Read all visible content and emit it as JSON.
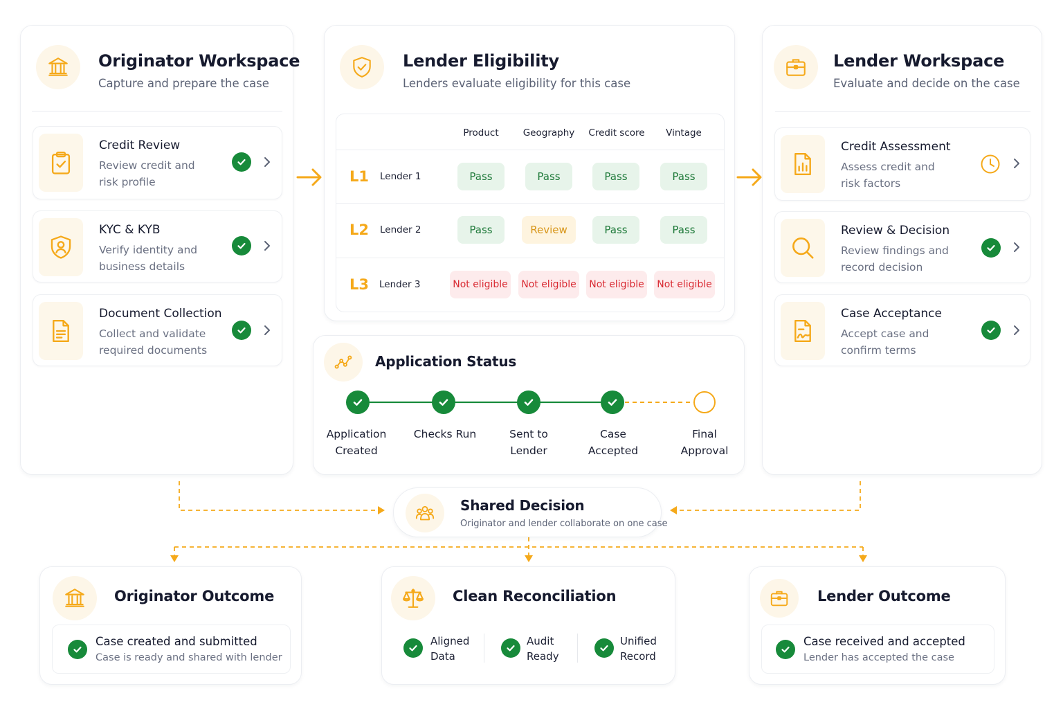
{
  "colors": {
    "accent": "#f5a91a",
    "success": "#178a3a",
    "pass_bg": "#e7f4ea",
    "review_bg": "#fef4df",
    "not_eligible_bg": "#fdebec",
    "not_eligible_text": "#d92b33"
  },
  "originator": {
    "title": "Originator Workspace",
    "subtitle": "Capture and prepare the case",
    "icon": "bank-icon",
    "steps": [
      {
        "title": "Credit Review",
        "desc": "Review credit and risk profile",
        "icon": "clipboard-check-icon",
        "status": "complete"
      },
      {
        "title": "KYC & KYB",
        "desc": "Verify identity and business details",
        "icon": "shield-user-icon",
        "status": "complete"
      },
      {
        "title": "Document Collection",
        "desc": "Collect and validate required documents",
        "icon": "document-icon",
        "status": "complete"
      }
    ]
  },
  "eligibility": {
    "title": "Lender Eligibility",
    "subtitle": "Lenders evaluate eligibility for this case",
    "icon": "shield-check-icon",
    "columns": [
      "Product",
      "Geography",
      "Credit score",
      "Vintage"
    ],
    "rows": [
      {
        "key": "L1",
        "name": "Lender 1",
        "results": [
          "Pass",
          "Pass",
          "Pass",
          "Pass"
        ]
      },
      {
        "key": "L2",
        "name": "Lender 2",
        "results": [
          "Pass",
          "Review",
          "Pass",
          "Pass"
        ]
      },
      {
        "key": "L3",
        "name": "Lender 3",
        "results": [
          "Not eligible",
          "Not eligible",
          "Not eligible",
          "Not eligible"
        ]
      }
    ]
  },
  "lender": {
    "title": "Lender Workspace",
    "subtitle": "Evaluate and decide on the case",
    "icon": "briefcase-icon",
    "steps": [
      {
        "title": "Credit Assessment",
        "desc": "Assess credit and risk factors",
        "icon": "report-chart-icon",
        "status": "pending"
      },
      {
        "title": "Review & Decision",
        "desc": "Review findings and record decision",
        "icon": "magnifier-icon",
        "status": "complete"
      },
      {
        "title": "Case Acceptance",
        "desc": "Accept case and confirm terms",
        "icon": "signed-document-icon",
        "status": "complete"
      }
    ]
  },
  "status": {
    "title": "Application Status",
    "icon": "trend-icon",
    "stages": [
      {
        "label": "Application Created",
        "done": true
      },
      {
        "label": "Checks Run",
        "done": true
      },
      {
        "label": "Sent to Lender",
        "done": true
      },
      {
        "label": "Case Accepted",
        "done": true
      },
      {
        "label": "Final Approval",
        "done": false
      }
    ]
  },
  "shared": {
    "title": "Shared Decision",
    "subtitle": "Originator and lender collaborate on one case",
    "icon": "people-icon"
  },
  "outcomes": {
    "originator": {
      "title": "Originator Outcome",
      "icon": "bank-icon",
      "item_title": "Case created and submitted",
      "item_desc": "Case is ready and shared with lender"
    },
    "reconciliation": {
      "title": "Clean Reconciliation",
      "icon": "scales-icon",
      "items": [
        "Aligned Data",
        "Audit Ready",
        "Unified Record"
      ]
    },
    "lender": {
      "title": "Lender Outcome",
      "icon": "briefcase-icon",
      "item_title": "Case received and accepted",
      "item_desc": "Lender has accepted the case"
    }
  }
}
